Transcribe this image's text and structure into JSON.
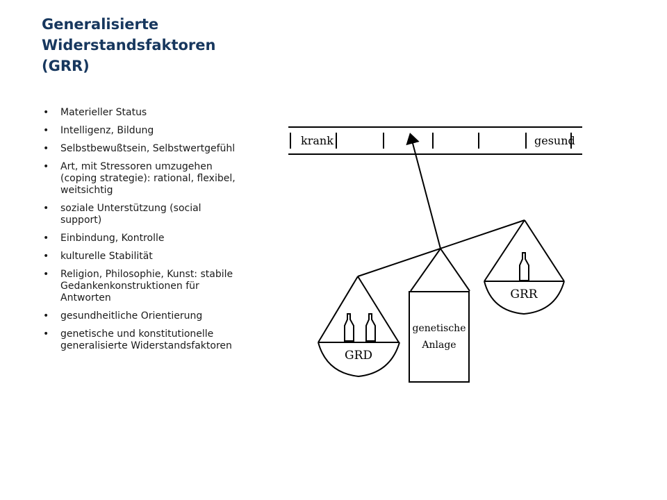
{
  "slide": {
    "title_lines": [
      "Generalisierte",
      "Widerstandsfaktoren",
      "(GRR)"
    ],
    "bullets": [
      "Materieller Status",
      "Intelligenz, Bildung",
      "Selbstbewußtsein, Selbstwertgefühl",
      "Art, mit Stressoren umzugehen (coping strategie): rational, flexibel, weitsichtig",
      "soziale Unterstützung (social support)",
      "Einbindung, Kontrolle",
      "kulturelle Stabilität",
      "Religion, Philosophie, Kunst: stabile Gedankenkonstruktionen für Antworten",
      "gesundheitliche Orientierung",
      "genetische und konstitutionelle generalisierte Widerstandsfaktoren"
    ]
  },
  "diagram": {
    "scale_left_label": "krank",
    "scale_right_label": "gesund",
    "left_pan_label": "GRD",
    "right_pan_label": "GRR",
    "center_box_line1": "genetische",
    "center_box_line2": "Anlage"
  }
}
